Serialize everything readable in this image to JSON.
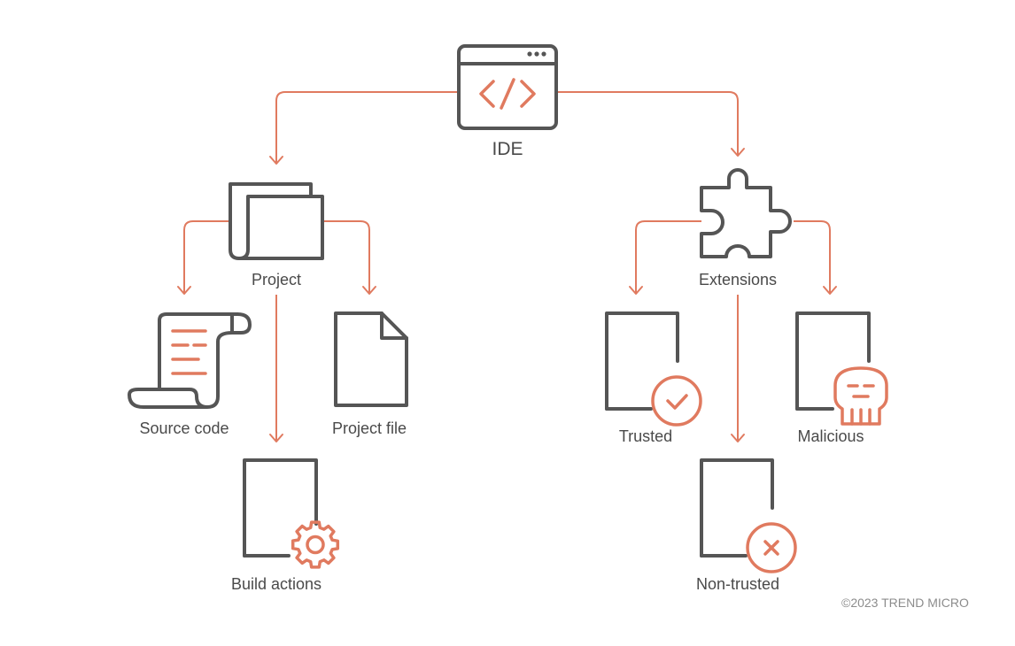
{
  "colors": {
    "stroke": "#555555",
    "accent": "#e07a5f",
    "text": "#4a4a4a",
    "muted": "#8c8c8c"
  },
  "nodes": {
    "ide": {
      "label": "IDE",
      "icon": "code-window-icon"
    },
    "project": {
      "label": "Project",
      "icon": "folder-icon"
    },
    "extensions": {
      "label": "Extensions",
      "icon": "puzzle-piece-icon"
    },
    "source_code": {
      "label": "Source code",
      "icon": "scroll-icon"
    },
    "project_file": {
      "label": "Project file",
      "icon": "file-icon"
    },
    "build_actions": {
      "label": "Build actions",
      "icon": "gear-document-icon"
    },
    "trusted": {
      "label": "Trusted",
      "icon": "check-document-icon"
    },
    "non_trusted": {
      "label": "Non-trusted",
      "icon": "x-document-icon"
    },
    "malicious": {
      "label": "Malicious",
      "icon": "skull-document-icon"
    }
  },
  "footer": {
    "copyright": "©2023 TREND MICRO"
  }
}
